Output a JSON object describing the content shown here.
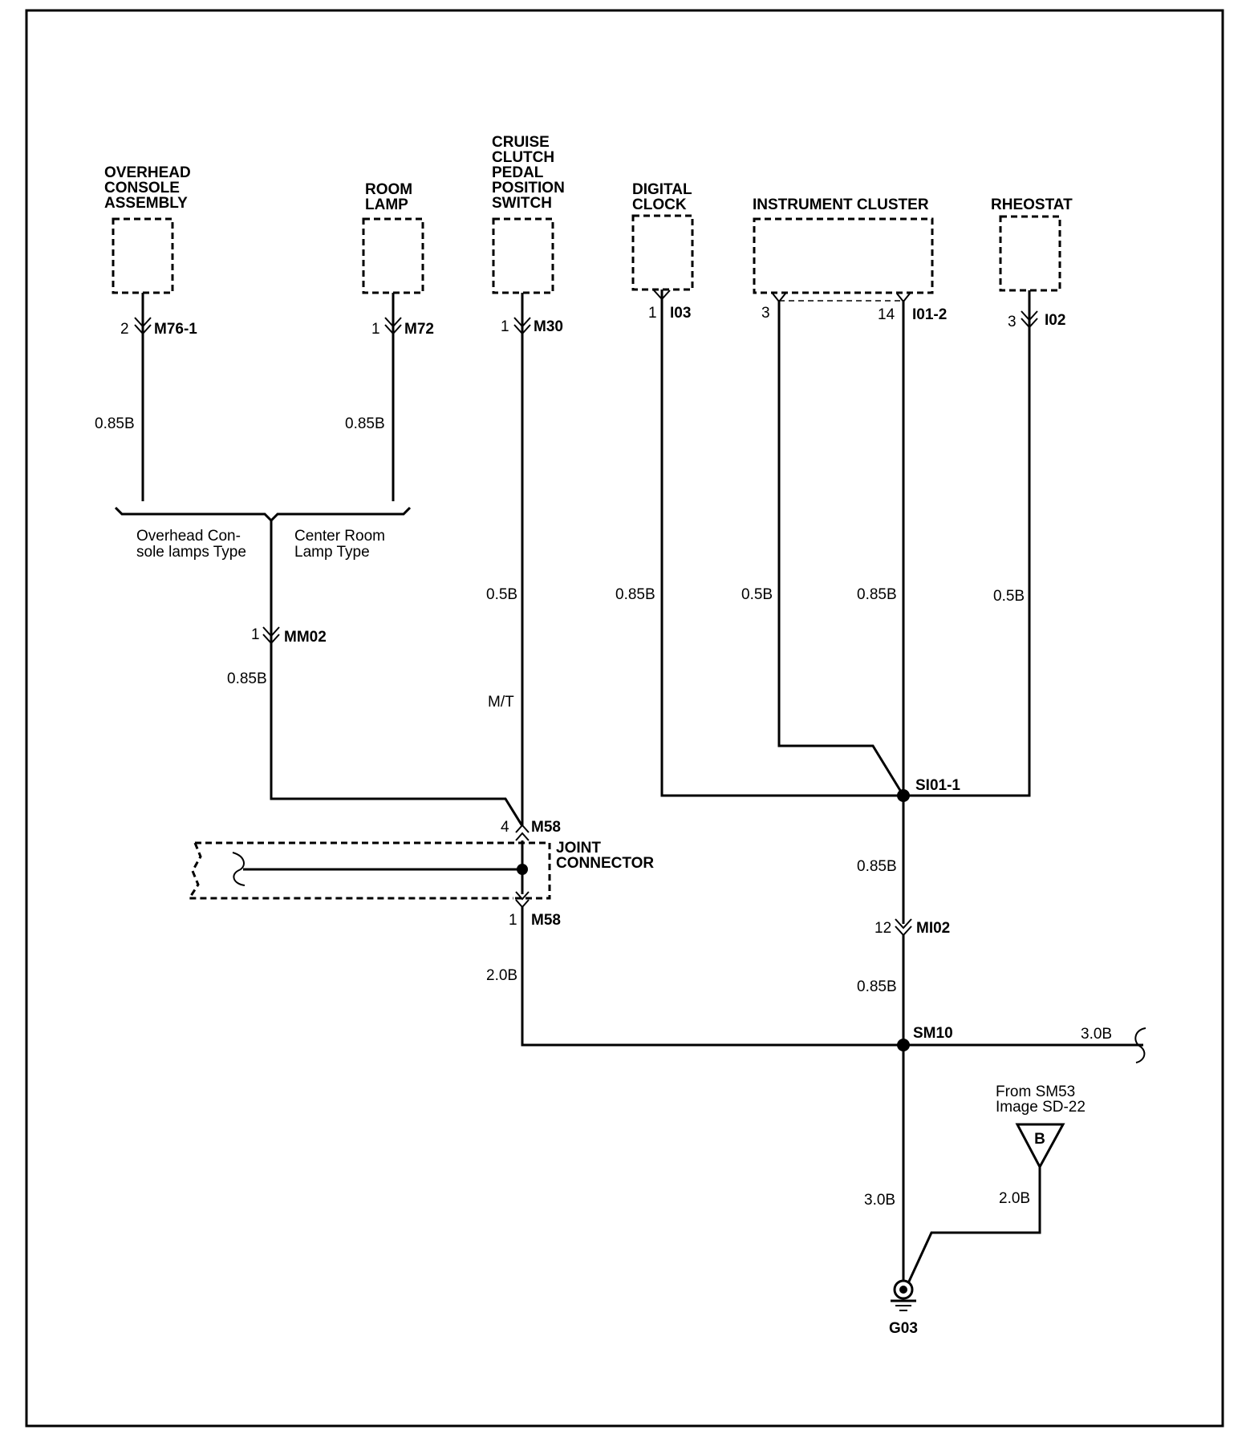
{
  "components": {
    "overhead_console": [
      "OVERHEAD",
      "CONSOLE",
      "ASSEMBLY"
    ],
    "room_lamp": [
      "ROOM",
      "LAMP"
    ],
    "cruise_switch": [
      "CRUISE",
      "CLUTCH",
      "PEDAL",
      "POSITION",
      "SWITCH"
    ],
    "digital_clock": [
      "DIGITAL",
      "CLOCK"
    ],
    "instrument_cluster": [
      "INSTRUMENT CLUSTER"
    ],
    "rheostat": [
      "RHEOSTAT"
    ]
  },
  "connectors": {
    "m76_1": {
      "pin": "2",
      "name": "M76-1"
    },
    "m72": {
      "pin": "1",
      "name": "M72"
    },
    "m30": {
      "pin": "1",
      "name": "M30"
    },
    "i03": {
      "pin": "1",
      "name": "I03"
    },
    "i01_2_pin3": {
      "pin": "3"
    },
    "i01_2": {
      "pin": "14",
      "name": "I01-2"
    },
    "i02": {
      "pin": "3",
      "name": "I02"
    },
    "mm02": {
      "pin": "1",
      "name": "MM02"
    },
    "m58_top": {
      "pin": "4",
      "name": "M58"
    },
    "m58_bottom": {
      "pin": "1",
      "name": "M58"
    },
    "mi02": {
      "pin": "12",
      "name": "MI02"
    }
  },
  "wires": {
    "overhead": "0.85B",
    "room": "0.85B",
    "cruise": "0.5B",
    "mt": "M/T",
    "clock": "0.85B",
    "cluster3": "0.5B",
    "cluster14": "0.85B",
    "rheostat": "0.5B",
    "mm02": "0.85B",
    "si01_down": "0.85B",
    "mi02_down": "0.85B",
    "m58_down": "2.0B",
    "sm10_right": "3.0B",
    "ground": "3.0B",
    "from_b": "2.0B"
  },
  "options": {
    "left": [
      "Overhead Con-",
      "sole lamps Type"
    ],
    "right": [
      "Center Room",
      "Lamp Type"
    ]
  },
  "splices": {
    "si01": "SI01-1",
    "sm10": "SM10"
  },
  "joint_connector": [
    "JOINT",
    "CONNECTOR"
  ],
  "offpage": {
    "text": [
      "From SM53",
      "Image SD-22"
    ],
    "symbol": "B"
  },
  "ground": "G03"
}
